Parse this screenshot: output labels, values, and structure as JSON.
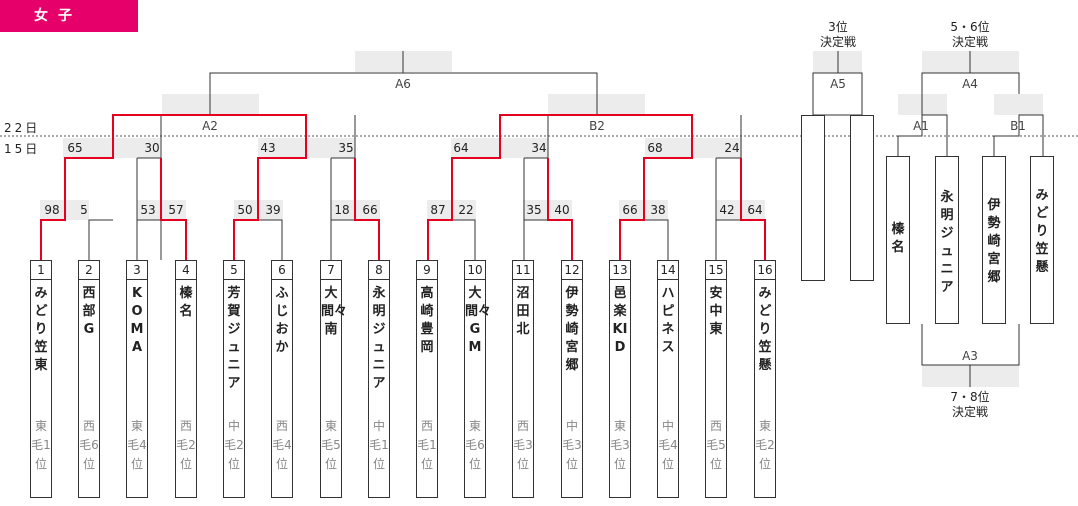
{
  "header": {
    "title": "女子"
  },
  "days": {
    "day22": "22日",
    "day15": "15日"
  },
  "rounds": {
    "A6": "A6",
    "A2": "A2",
    "B2": "B2",
    "A5": "A5",
    "A4": "A4",
    "A1": "A1",
    "B1": "B1",
    "A3": "A3"
  },
  "side_titles": {
    "third": [
      "3位",
      "決定戦"
    ],
    "fifth": [
      "5・6位",
      "決定戦"
    ],
    "seventh": [
      "7・8位",
      "決定戦"
    ]
  },
  "first_round_scores": [
    "98",
    "5",
    "53",
    "57",
    "50",
    "39",
    "18",
    "66",
    "87",
    "22",
    "35",
    "40",
    "66",
    "38",
    "42",
    "64"
  ],
  "second_round_scores": [
    "65",
    "30",
    "43",
    "35",
    "64",
    "34",
    "68",
    "24"
  ],
  "teams": [
    {
      "num": "1",
      "name": "みどり笠東",
      "sub": "東毛1位"
    },
    {
      "num": "2",
      "name": "西部G",
      "sub": "西毛6位"
    },
    {
      "num": "3",
      "name": "KOMA",
      "sub": "東毛4位"
    },
    {
      "num": "4",
      "name": "榛名",
      "sub": "西毛2位"
    },
    {
      "num": "5",
      "name": "芳賀ジュニア",
      "sub": "中毛2位"
    },
    {
      "num": "6",
      "name": "ふじおか",
      "sub": "西毛4位"
    },
    {
      "num": "7",
      "name": "大間々南",
      "sub": "東毛5位"
    },
    {
      "num": "8",
      "name": "永明ジュニア",
      "sub": "中毛1位"
    },
    {
      "num": "9",
      "name": "高崎豊岡",
      "sub": "西毛1位"
    },
    {
      "num": "10",
      "name": "大間々GM",
      "sub": "東毛6位"
    },
    {
      "num": "11",
      "name": "沼田北",
      "sub": "西毛3位"
    },
    {
      "num": "12",
      "name": "伊勢崎宮郷",
      "sub": "中毛3位"
    },
    {
      "num": "13",
      "name": "邑楽KID",
      "sub": "東毛3位"
    },
    {
      "num": "14",
      "name": "ハピネス",
      "sub": "中毛4位"
    },
    {
      "num": "15",
      "name": "安中東",
      "sub": "西毛5位"
    },
    {
      "num": "16",
      "name": "みどり笠懸",
      "sub": "東毛2位"
    }
  ],
  "placement_teams": [
    "",
    "",
    "榛名",
    "永明ジュニア",
    "伊勢崎宮郷",
    "みどり笠懸"
  ],
  "colors": {
    "winner_line": "#e5001f",
    "accent": "#e5006a",
    "score_bg": "#ececec"
  }
}
